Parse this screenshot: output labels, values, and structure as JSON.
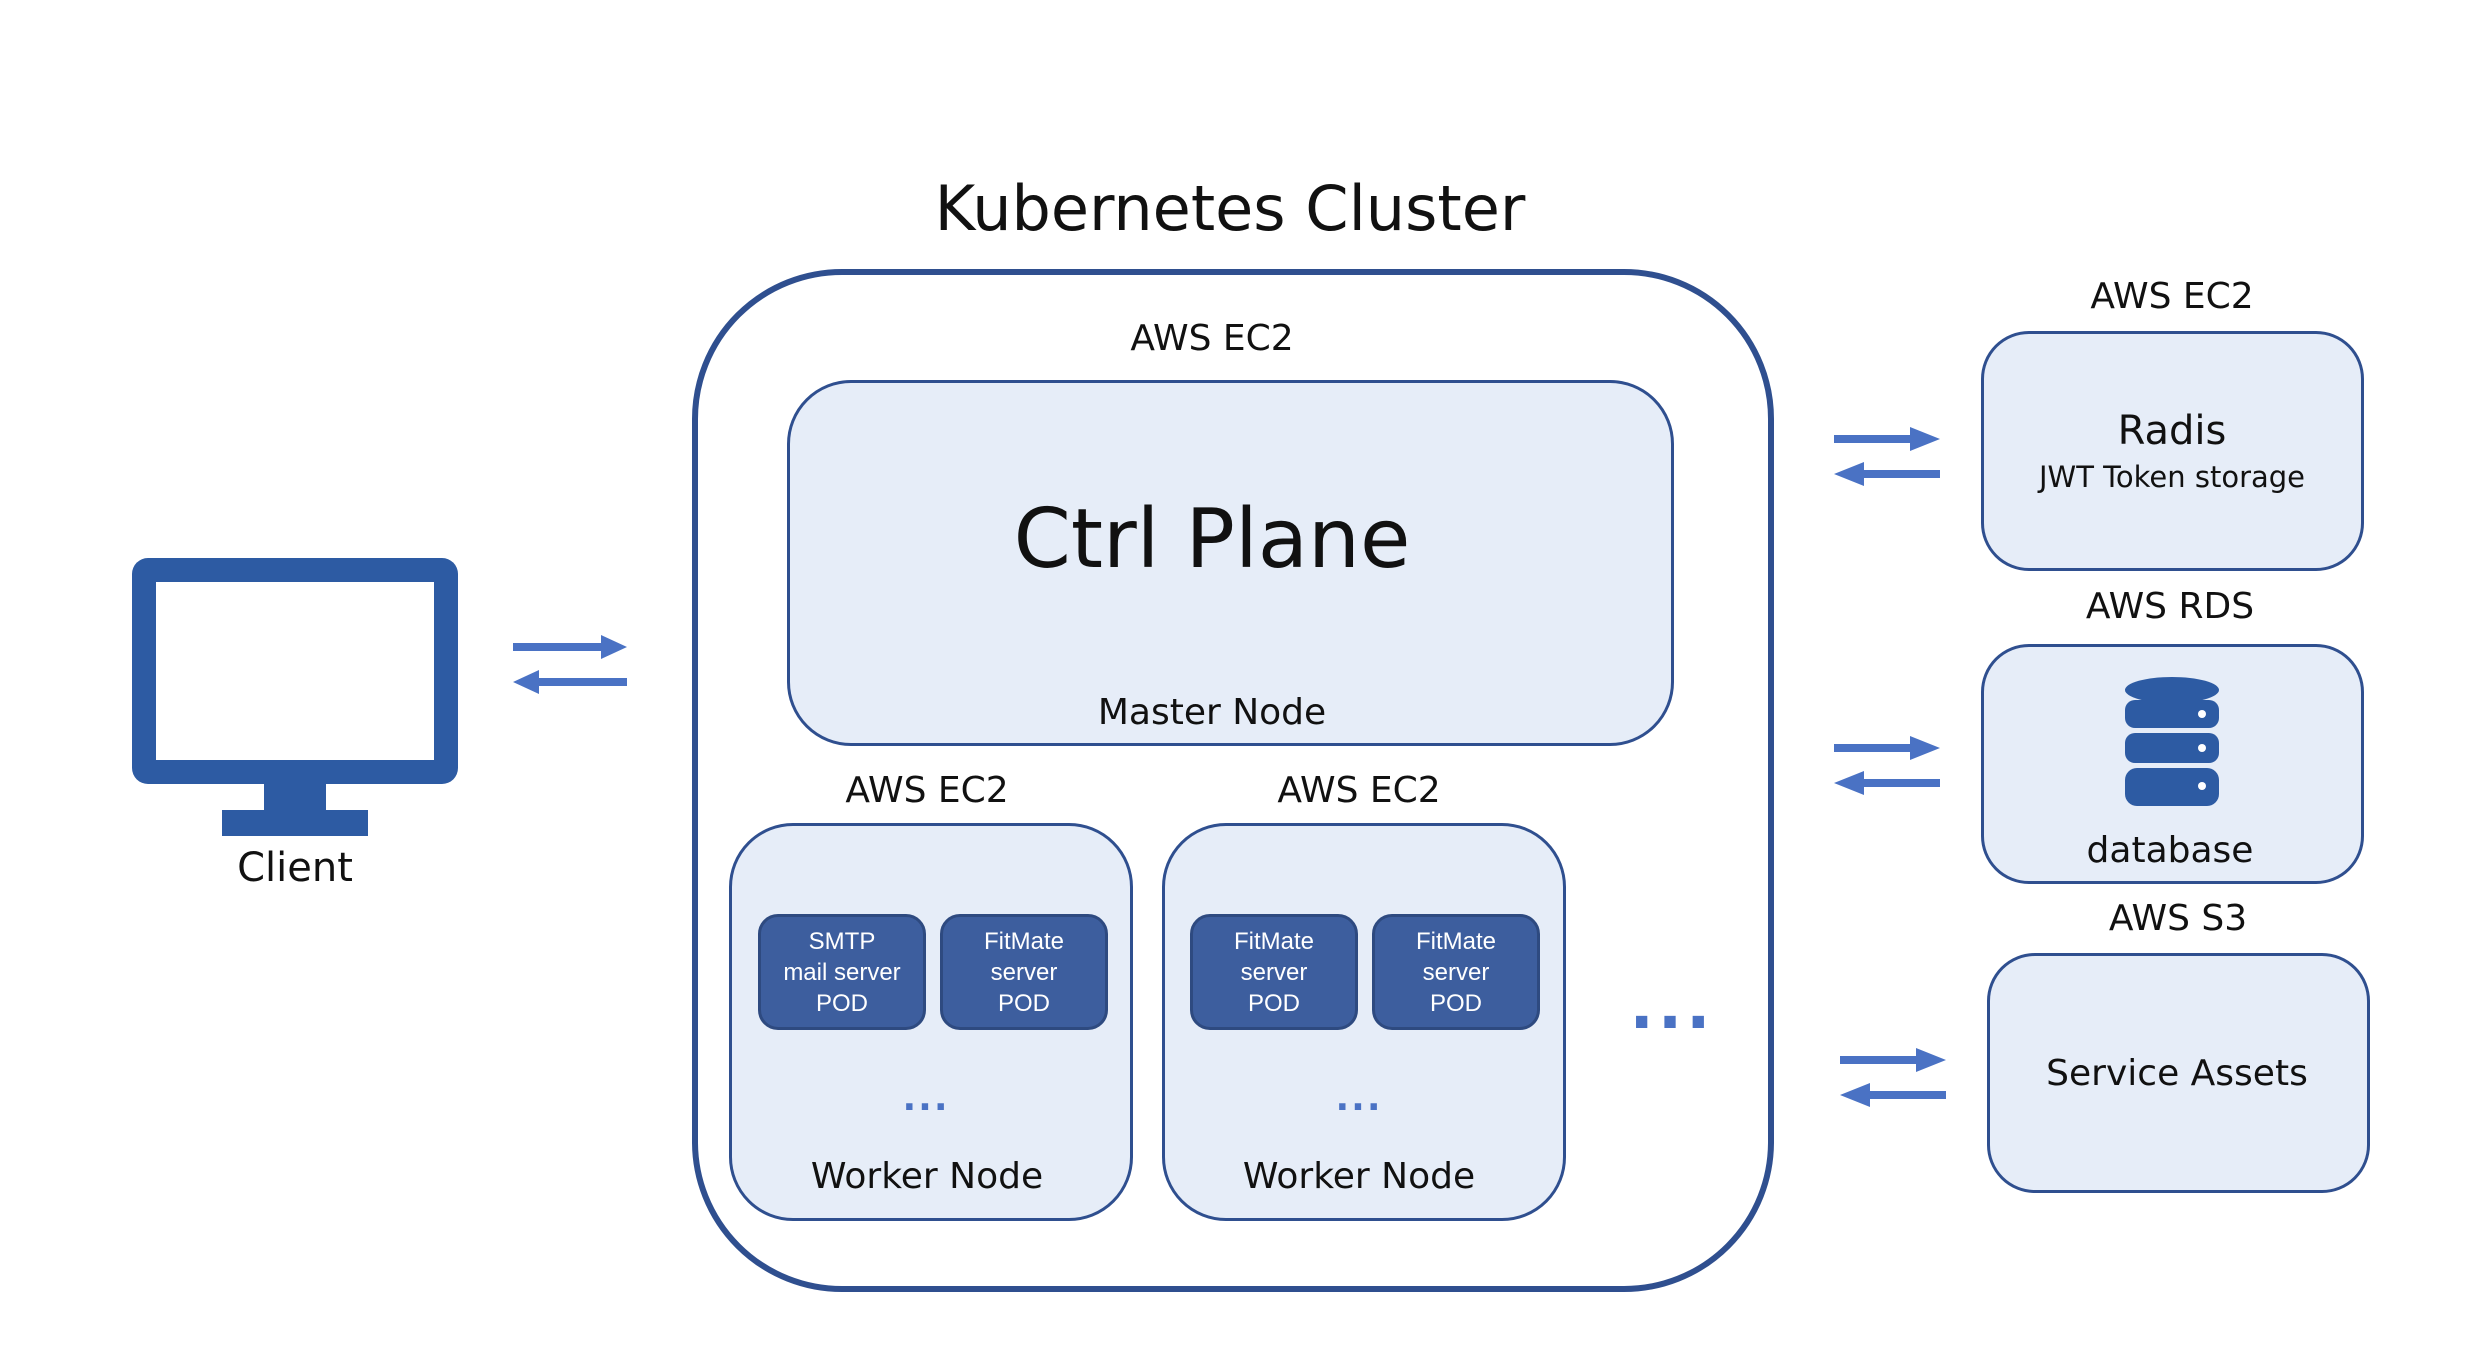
{
  "client": {
    "label": "Client",
    "icon": "monitor-icon"
  },
  "cluster": {
    "title": "Kubernetes Cluster",
    "master": {
      "host_label": "AWS EC2",
      "title": "Ctrl Plane",
      "node_label": "Master Node"
    },
    "workers": [
      {
        "host_label": "AWS EC2",
        "pods": [
          {
            "line1": "SMTP",
            "line2": "mail server",
            "line3": "POD"
          },
          {
            "line1": "FitMate",
            "line2": "server",
            "line3": "POD"
          }
        ],
        "more": "...",
        "node_label": "Worker Node"
      },
      {
        "host_label": "AWS EC2",
        "pods": [
          {
            "line1": "FitMate",
            "line2": "server",
            "line3": "POD"
          },
          {
            "line1": "FitMate",
            "line2": "server",
            "line3": "POD"
          }
        ],
        "more": "...",
        "node_label": "Worker Node"
      }
    ],
    "more_nodes": "..."
  },
  "services": {
    "redis": {
      "host_label": "AWS EC2",
      "title": "Radis",
      "subtitle": "JWT Token storage"
    },
    "rds": {
      "host_label": "AWS RDS",
      "title": "database",
      "icon": "database-icon"
    },
    "s3": {
      "host_label": "AWS S3",
      "title": "Service Assets"
    }
  },
  "colors": {
    "border": "#2f4f8f",
    "box_fill": "#e6edf8",
    "pod_fill": "#3d5e9e",
    "arrow": "#4a72c4",
    "icon": "#2d5ba3"
  }
}
